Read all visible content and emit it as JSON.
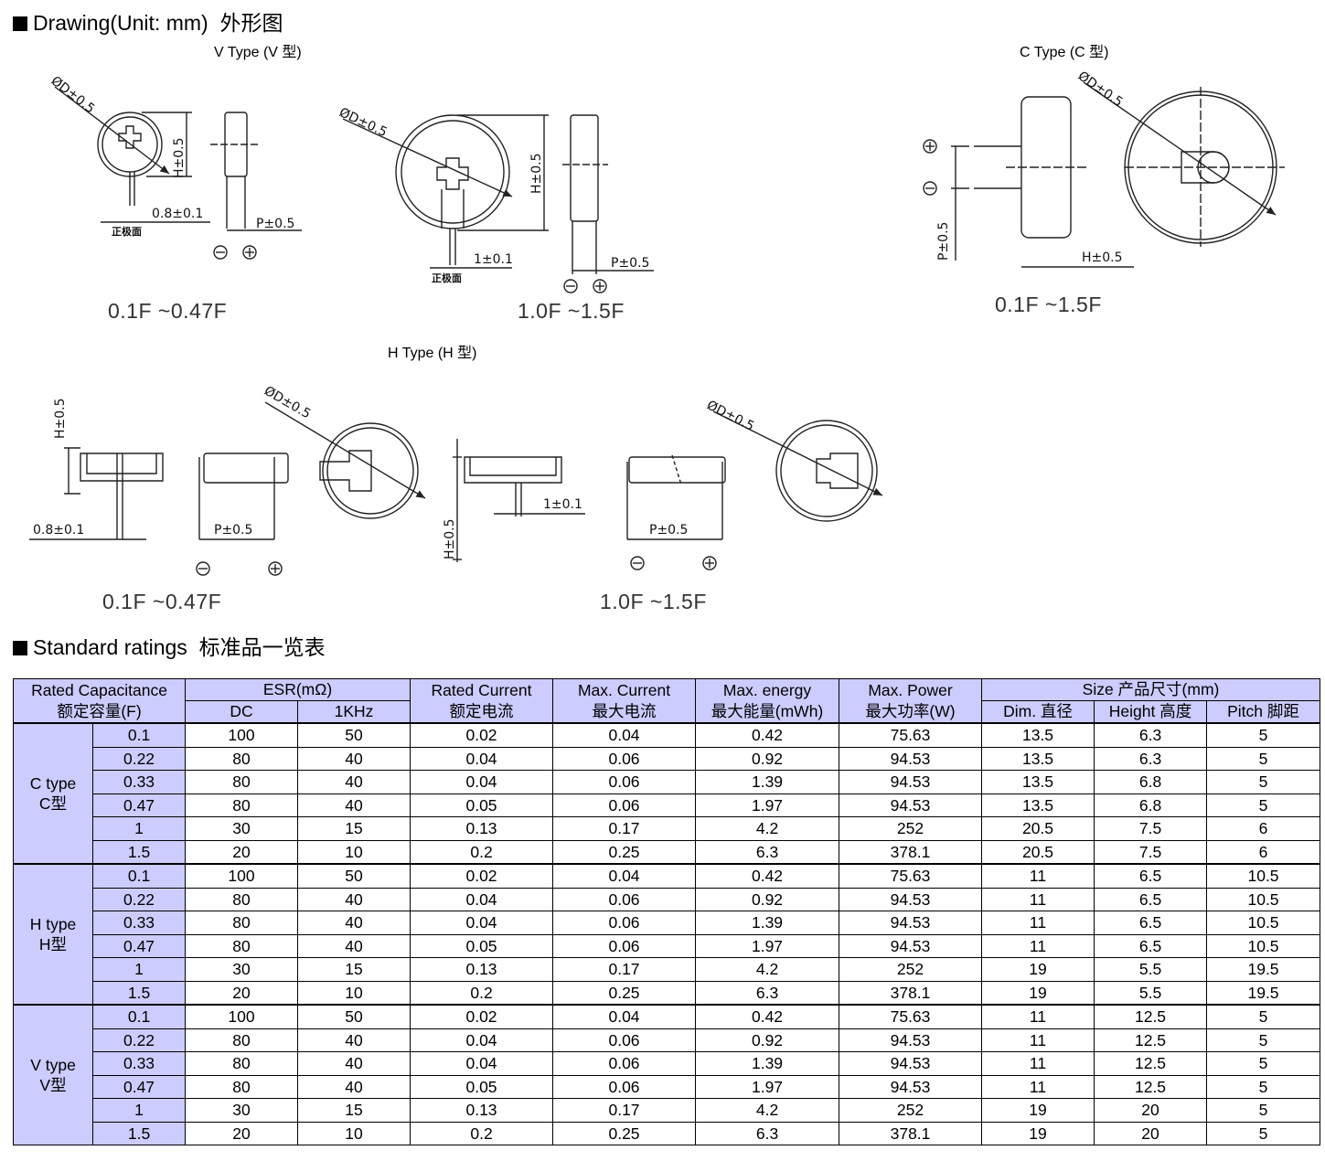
{
  "drawing": {
    "heading": "Drawing(Unit: mm)",
    "heading_cn": "外形图",
    "v_type_title": "V Type (V 型)",
    "c_type_title": "C Type (C 型)",
    "h_type_title": "H Type (H 型)",
    "dims": {
      "diameter": "ØD±0.5",
      "height": "H±0.5",
      "pitch": "P±0.5",
      "lead08": "0.8±0.1",
      "lead1": "1±0.1",
      "positive_face": "正极面"
    },
    "ranges": {
      "v_small": "0.1F ~0.47F",
      "v_large": "1.0F ~1.5F",
      "c_all": "0.1F ~1.5F",
      "h_small": "0.1F ~0.47F",
      "h_large": "1.0F ~1.5F"
    }
  },
  "ratings": {
    "heading": "Standard ratings",
    "heading_cn": "标准品一览表",
    "headers": {
      "capacitance": "Rated Capacitance",
      "capacitance_cn": "额定容量(F)",
      "esr": "ESR(mΩ)",
      "dc": "DC",
      "khz": "1KHz",
      "rated_current": "Rated Current",
      "rated_current_cn": "额定电流",
      "max_current": "Max. Current",
      "max_current_cn": "最大电流",
      "max_energy": "Max. energy",
      "max_energy_cn": "最大能量(mWh)",
      "max_power": "Max. Power",
      "max_power_cn": "最大功率(W)",
      "size": "Size  产品尺寸(mm)",
      "dim": "Dim. 直径",
      "height": "Height 高度",
      "pitch": "Pitch  脚距"
    },
    "groups": [
      {
        "label": "C type",
        "label_cn": "C型",
        "rows": [
          [
            "0.1",
            "100",
            "50",
            "0.02",
            "0.04",
            "0.42",
            "75.63",
            "13.5",
            "6.3",
            "5"
          ],
          [
            "0.22",
            "80",
            "40",
            "0.04",
            "0.06",
            "0.92",
            "94.53",
            "13.5",
            "6.3",
            "5"
          ],
          [
            "0.33",
            "80",
            "40",
            "0.04",
            "0.06",
            "1.39",
            "94.53",
            "13.5",
            "6.8",
            "5"
          ],
          [
            "0.47",
            "80",
            "40",
            "0.05",
            "0.06",
            "1.97",
            "94.53",
            "13.5",
            "6.8",
            "5"
          ],
          [
            "1",
            "30",
            "15",
            "0.13",
            "0.17",
            "4.2",
            "252",
            "20.5",
            "7.5",
            "6"
          ],
          [
            "1.5",
            "20",
            "10",
            "0.2",
            "0.25",
            "6.3",
            "378.1",
            "20.5",
            "7.5",
            "6"
          ]
        ]
      },
      {
        "label": "H type",
        "label_cn": "H型",
        "rows": [
          [
            "0.1",
            "100",
            "50",
            "0.02",
            "0.04",
            "0.42",
            "75.63",
            "11",
            "6.5",
            "10.5"
          ],
          [
            "0.22",
            "80",
            "40",
            "0.04",
            "0.06",
            "0.92",
            "94.53",
            "11",
            "6.5",
            "10.5"
          ],
          [
            "0.33",
            "80",
            "40",
            "0.04",
            "0.06",
            "1.39",
            "94.53",
            "11",
            "6.5",
            "10.5"
          ],
          [
            "0.47",
            "80",
            "40",
            "0.05",
            "0.06",
            "1.97",
            "94.53",
            "11",
            "6.5",
            "10.5"
          ],
          [
            "1",
            "30",
            "15",
            "0.13",
            "0.17",
            "4.2",
            "252",
            "19",
            "5.5",
            "19.5"
          ],
          [
            "1.5",
            "20",
            "10",
            "0.2",
            "0.25",
            "6.3",
            "378.1",
            "19",
            "5.5",
            "19.5"
          ]
        ]
      },
      {
        "label": "V type",
        "label_cn": "V型",
        "rows": [
          [
            "0.1",
            "100",
            "50",
            "0.02",
            "0.04",
            "0.42",
            "75.63",
            "11",
            "12.5",
            "5"
          ],
          [
            "0.22",
            "80",
            "40",
            "0.04",
            "0.06",
            "0.92",
            "94.53",
            "11",
            "12.5",
            "5"
          ],
          [
            "0.33",
            "80",
            "40",
            "0.04",
            "0.06",
            "1.39",
            "94.53",
            "11",
            "12.5",
            "5"
          ],
          [
            "0.47",
            "80",
            "40",
            "0.05",
            "0.06",
            "1.97",
            "94.53",
            "11",
            "12.5",
            "5"
          ],
          [
            "1",
            "30",
            "15",
            "0.13",
            "0.17",
            "4.2",
            "252",
            "19",
            "20",
            "5"
          ],
          [
            "1.5",
            "20",
            "10",
            "0.2",
            "0.25",
            "6.3",
            "378.1",
            "19",
            "20",
            "5"
          ]
        ]
      }
    ]
  }
}
